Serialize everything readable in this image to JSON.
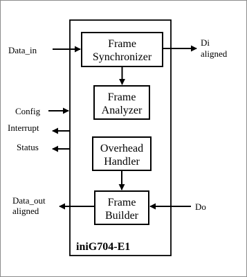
{
  "chip": {
    "name": "iniG704-E1"
  },
  "blocks": {
    "synchronizer": {
      "line1": "Frame",
      "line2": "Synchronizer"
    },
    "analyzer": {
      "line1": "Frame",
      "line2": "Analyzer"
    },
    "overhead": {
      "line1": "Overhead",
      "line2": "Handler"
    },
    "builder": {
      "line1": "Frame",
      "line2": "Builder"
    }
  },
  "signals": {
    "data_in": "Data_in",
    "di_aligned": {
      "line1": "Di",
      "line2": "aligned"
    },
    "config": "Config",
    "interrupt": "Interrupt",
    "status": "Status",
    "data_out_aligned": {
      "line1": "Data_out",
      "line2": "aligned"
    },
    "do": "Do"
  },
  "colors": {
    "line": "#000000",
    "background": "#ffffff",
    "frame": "#8c8c8c"
  }
}
